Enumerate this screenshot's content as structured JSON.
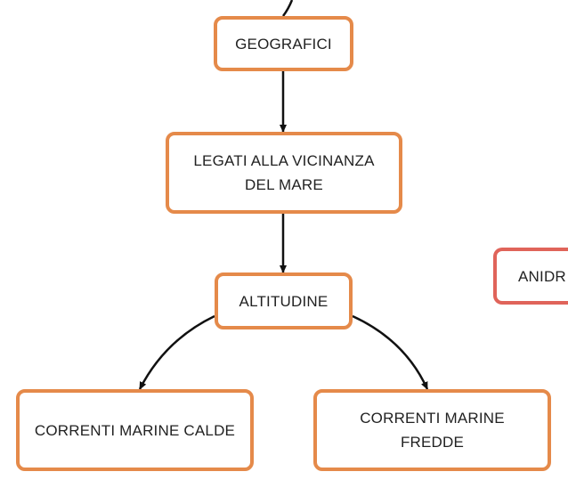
{
  "colors": {
    "node_border": "#e58a4a",
    "node_border_alt": "#e0645a",
    "edge": "#111111",
    "background": "#ffffff"
  },
  "nodes": {
    "geografici": {
      "label": "GEOGRAFICI"
    },
    "vicinanza_mare": {
      "label": "LEGATI ALLA VICINANZA\nDEL MARE"
    },
    "altitudine": {
      "label": "ALTITUDINE"
    },
    "correnti_calde": {
      "label": "CORRENTI MARINE CALDE"
    },
    "correnti_fredde": {
      "label": "CORRENTI MARINE\nFREDDE"
    },
    "anidr_partial": {
      "label": "ANIDR"
    }
  },
  "edges": [
    {
      "from": "off-canvas-top",
      "to": "geografici"
    },
    {
      "from": "geografici",
      "to": "vicinanza_mare"
    },
    {
      "from": "vicinanza_mare",
      "to": "altitudine"
    },
    {
      "from": "altitudine",
      "to": "correnti_calde"
    },
    {
      "from": "altitudine",
      "to": "correnti_fredde"
    }
  ]
}
